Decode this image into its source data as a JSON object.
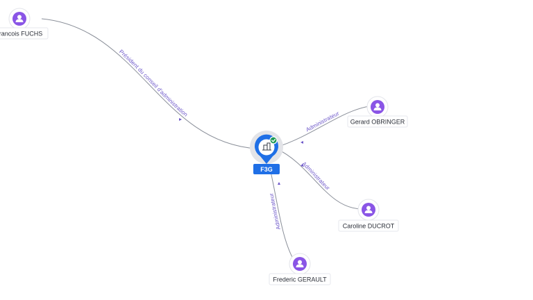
{
  "center": {
    "label": "F3G",
    "icon": "building-icon",
    "status_icon": "verified-check-icon",
    "colors": {
      "pin": "#1f6fe6",
      "status": "#1e9a55"
    }
  },
  "people": [
    {
      "id": "fuchs",
      "name": "rancois FUCHS",
      "role": "Président du conseil d'administration"
    },
    {
      "id": "obringer",
      "name": "Gerard OBRINGER",
      "role": "Administrateur"
    },
    {
      "id": "ducrot",
      "name": "Caroline DUCROT",
      "role": "Administrateur"
    },
    {
      "id": "gerault",
      "name": "Frederic GERAULT",
      "role": "Administrateur"
    }
  ],
  "colors": {
    "person": "#8a55e6",
    "edge_label": "#6c56c9",
    "edge": "#8a8f99"
  }
}
